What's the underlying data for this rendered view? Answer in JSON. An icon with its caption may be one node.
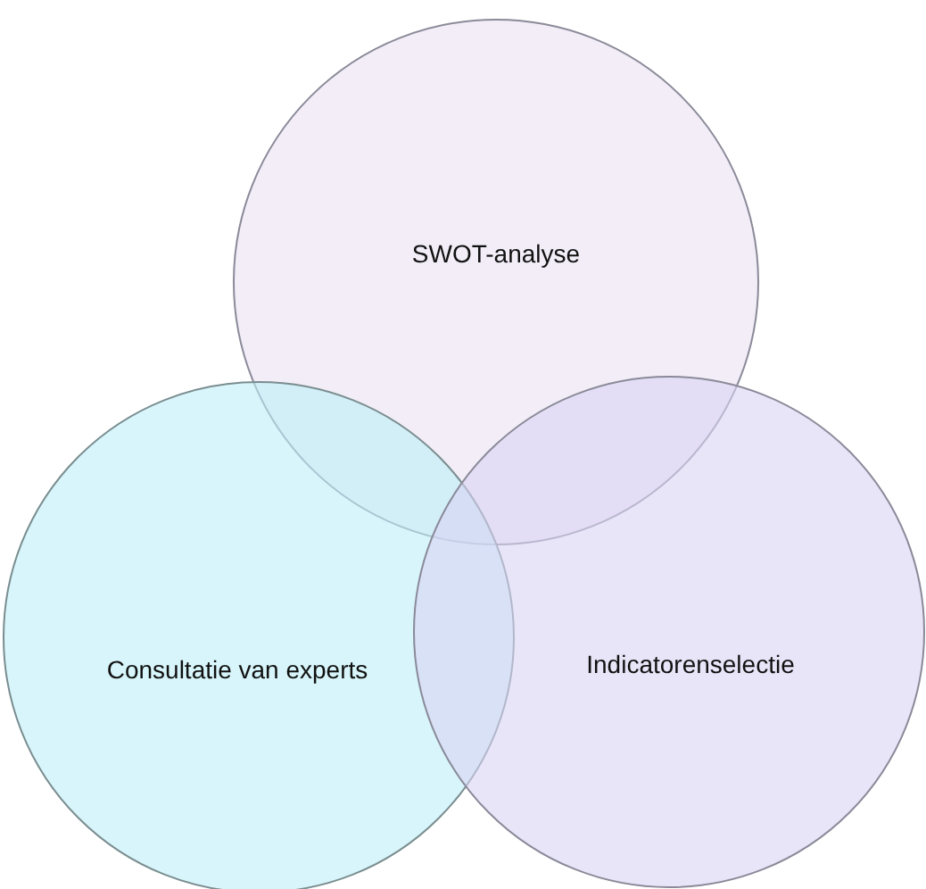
{
  "diagram": {
    "nodes": [
      {
        "text": [
          "SWOT-analyse"
        ]
      },
      {
        "text": [
          "Consultatie van experts"
        ]
      },
      {
        "text": [
          "Indicatorenselectie"
        ]
      }
    ]
  }
}
